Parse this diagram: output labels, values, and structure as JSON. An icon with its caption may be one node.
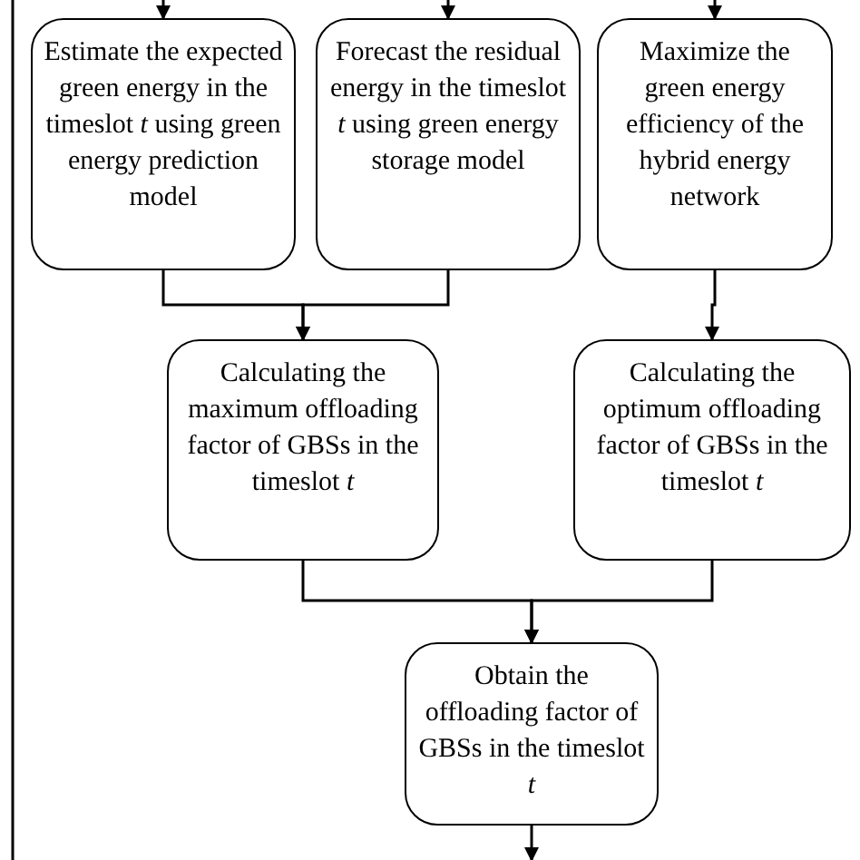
{
  "diagram": {
    "nodes": [
      {
        "text": [
          "Estimate the expected green energy in the timeslot *t* using green energy prediction model"
        ]
      },
      {
        "text": [
          "Forecast the residual energy in the timeslot *t* using green energy storage model"
        ]
      },
      {
        "text": [
          "Maximize the green energy efficiency of the hybrid energy network"
        ]
      },
      {
        "text": [
          "Calculating the maximum offloading factor of GBSs in the timeslot *t*"
        ]
      },
      {
        "text": [
          "Calculating the optimum offloading factor of GBSs in the timeslot *t*"
        ]
      },
      {
        "text": [
          "Obtain the offloading factor of GBSs in the timeslot *t*"
        ]
      }
    ],
    "edges": [
      {
        "from": null,
        "to": 0,
        "arrow": "to"
      },
      {
        "from": null,
        "to": 1,
        "arrow": "to"
      },
      {
        "from": null,
        "to": 2,
        "arrow": "to"
      },
      {
        "from": 0,
        "to": 3,
        "arrow": "to"
      },
      {
        "from": 1,
        "to": 3,
        "arrow": "to"
      },
      {
        "from": 2,
        "to": 4,
        "arrow": "to"
      },
      {
        "from": 3,
        "to": 5,
        "arrow": "to"
      },
      {
        "from": 4,
        "to": 5,
        "arrow": "to"
      },
      {
        "from": 5,
        "to": null,
        "arrow": "to"
      }
    ]
  }
}
